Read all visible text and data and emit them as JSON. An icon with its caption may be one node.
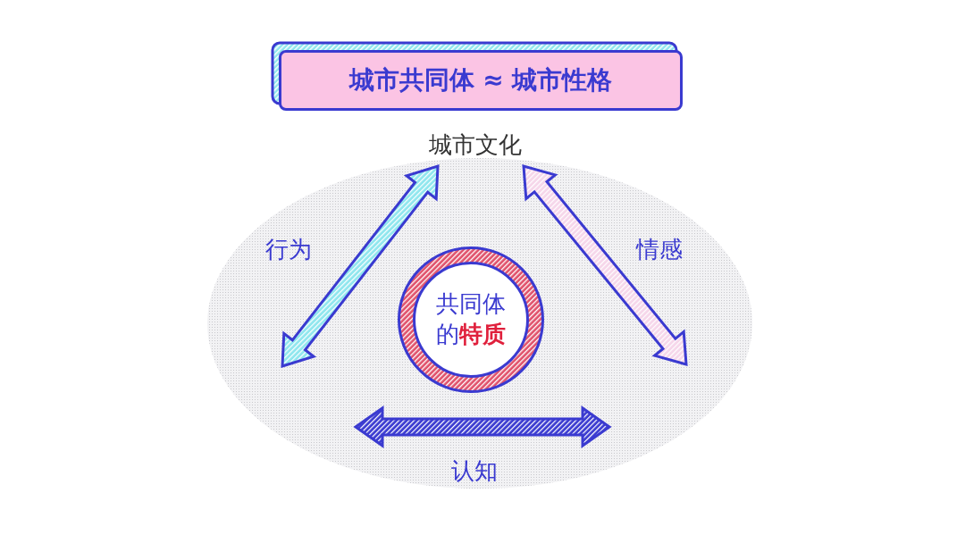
{
  "diagram": {
    "nodes": [
      {
        "text": [
          "城市共同体 ≈ 城市性格"
        ]
      },
      {
        "text": [
          "共同体的**特质**"
        ]
      }
    ],
    "edges": [],
    "labels": [
      "城市文化",
      "行为",
      "情感",
      "认知"
    ]
  }
}
